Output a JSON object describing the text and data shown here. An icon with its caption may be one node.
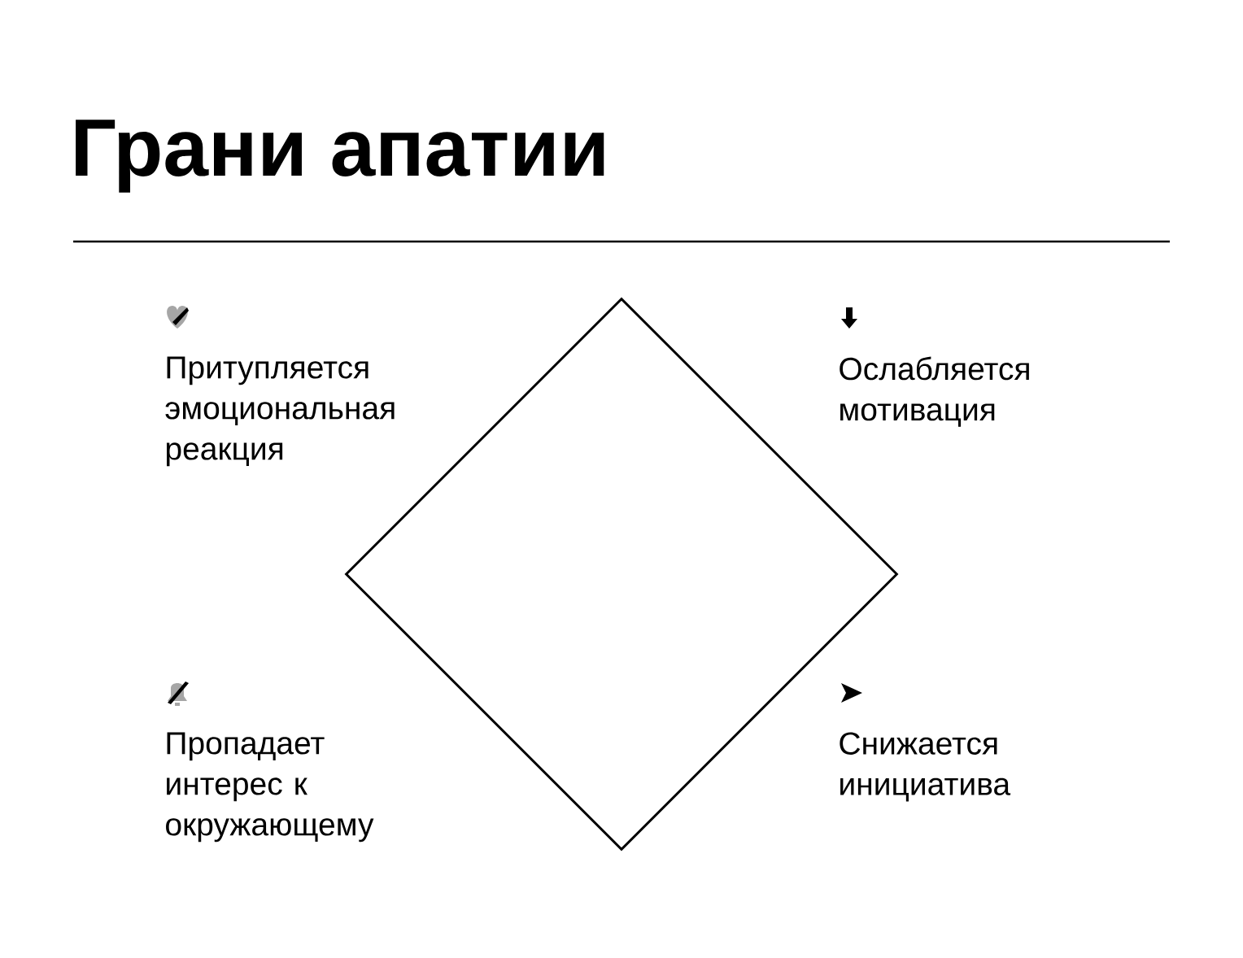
{
  "diagram": {
    "title": "Грани апатии",
    "nodes": [
      {
        "text": [],
        "shape": "diamond"
      }
    ],
    "labels": [
      "Притупляется эмоциональная реакция",
      "Ослабляется мотивация",
      "Пропадает интерес к окружающему",
      "Снижается инициатива"
    ]
  }
}
